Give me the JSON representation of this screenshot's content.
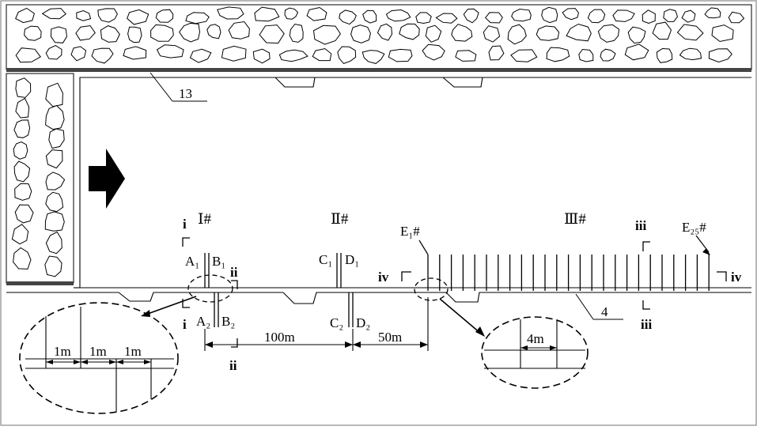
{
  "callouts": {
    "c13": "13",
    "c4": "4"
  },
  "groups": {
    "g1": "Ⅰ#",
    "g2": "Ⅱ#",
    "g3": "Ⅲ#",
    "e1": "E₁#",
    "e25": "E₂₅#"
  },
  "points": {
    "a1": "A₁",
    "b1": "B₁",
    "a2": "A₂",
    "b2": "B₂",
    "c1": "C₁",
    "d1": "D₁",
    "c2": "C₂",
    "d2": "D₂"
  },
  "sections": {
    "i_top": "i",
    "i_bottom": "i",
    "ii_top": "ii",
    "ii_bottom": "ii",
    "iii_top": "iii",
    "iii_bottom": "iii",
    "iv_left": "iv",
    "iv_right": "iv"
  },
  "dimensions": {
    "d100": "100m",
    "d50": "50m",
    "spacing_1": "1m",
    "spacing_2": "1m",
    "spacing_3": "1m",
    "spacing_4m": "4m"
  },
  "colors": {
    "line": "#000000",
    "rock_fill": "#ffffff",
    "roof_band": "#444444",
    "frame": "#888888"
  }
}
